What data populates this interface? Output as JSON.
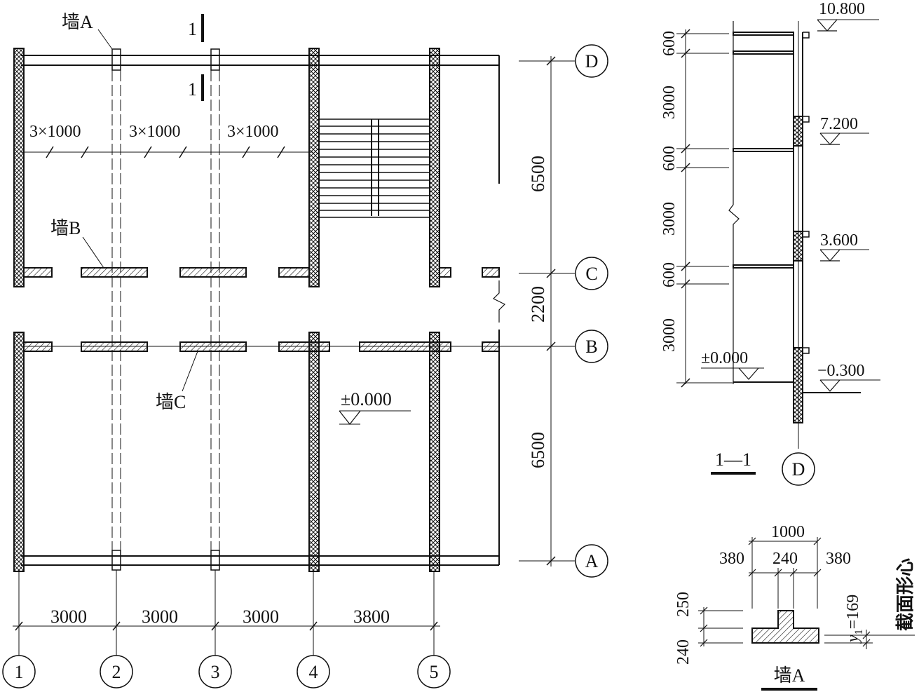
{
  "plan": {
    "axes": {
      "columns": [
        "1",
        "2",
        "3",
        "4",
        "5"
      ],
      "rows": [
        "D",
        "C",
        "B",
        "A"
      ]
    },
    "bay_dims": [
      "3000",
      "3000",
      "3000",
      "3800"
    ],
    "span_dims": [
      "6500",
      "2200",
      "6500"
    ],
    "rib_spacing": [
      "3×1000",
      "3×1000",
      "3×1000"
    ],
    "section_mark": "1",
    "wall_labels": {
      "a": "墙A",
      "b": "墙B",
      "c": "墙C"
    },
    "floor_level": "±0.000"
  },
  "section": {
    "title": "1—1",
    "axis": "D",
    "dims": [
      "600",
      "3000",
      "600",
      "3000",
      "600",
      "3000"
    ],
    "levels": [
      "10.800",
      "7.200",
      "3.600",
      "±0.000",
      "−0.300"
    ]
  },
  "wall_detail": {
    "title": "墙A",
    "widths": [
      "1000",
      "380",
      "240",
      "380"
    ],
    "heights": [
      "250",
      "240"
    ],
    "centroid_label": "截面形心",
    "y1_symbol": "y",
    "y1_sub": "1",
    "y1_value": "=169"
  }
}
